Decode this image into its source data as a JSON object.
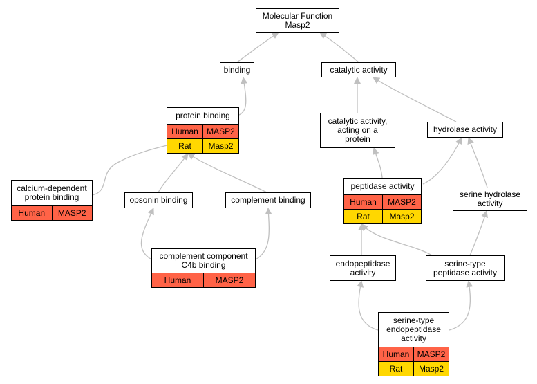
{
  "colors": {
    "human": "#ff6347",
    "rat": "#ffd700",
    "edge": "#c0c0c0"
  },
  "nodes": {
    "root": {
      "title": "Molecular Function\nMasp2"
    },
    "binding": {
      "title": "binding"
    },
    "catalytic": {
      "title": "catalytic activity"
    },
    "protein_binding": {
      "title": "protein binding",
      "rows": [
        {
          "species": "Human",
          "gene": "MASP2"
        },
        {
          "species": "Rat",
          "gene": "Masp2"
        }
      ]
    },
    "catalytic_protein": {
      "title": "catalytic activity,\nacting on a\nprotein"
    },
    "hydrolase": {
      "title": "hydrolase activity"
    },
    "calcium": {
      "title": "calcium-dependent\nprotein binding",
      "rows": [
        {
          "species": "Human",
          "gene": "MASP2"
        }
      ]
    },
    "opsonin": {
      "title": "opsonin binding"
    },
    "complement": {
      "title": "complement binding"
    },
    "peptidase": {
      "title": "peptidase activity",
      "rows": [
        {
          "species": "Human",
          "gene": "MASP2"
        },
        {
          "species": "Rat",
          "gene": "Masp2"
        }
      ]
    },
    "serine_hydrolase": {
      "title": "serine hydrolase\nactivity"
    },
    "c4b": {
      "title": "complement component\nC4b binding",
      "rows": [
        {
          "species": "Human",
          "gene": "MASP2"
        }
      ]
    },
    "endopeptidase": {
      "title": "endopeptidase\nactivity"
    },
    "serine_peptidase": {
      "title": "serine-type\npeptidase activity"
    },
    "serine_endo": {
      "title": "serine-type\nendopeptidase\nactivity",
      "rows": [
        {
          "species": "Human",
          "gene": "MASP2"
        },
        {
          "species": "Rat",
          "gene": "Masp2"
        }
      ]
    }
  },
  "edges": [
    [
      "binding",
      "root"
    ],
    [
      "catalytic",
      "root"
    ],
    [
      "protein_binding",
      "binding"
    ],
    [
      "catalytic_protein",
      "catalytic"
    ],
    [
      "hydrolase",
      "catalytic"
    ],
    [
      "calcium",
      "protein_binding"
    ],
    [
      "opsonin",
      "protein_binding"
    ],
    [
      "complement",
      "protein_binding"
    ],
    [
      "peptidase",
      "catalytic_protein"
    ],
    [
      "peptidase",
      "hydrolase"
    ],
    [
      "serine_hydrolase",
      "hydrolase"
    ],
    [
      "c4b",
      "opsonin"
    ],
    [
      "c4b",
      "complement"
    ],
    [
      "endopeptidase",
      "peptidase"
    ],
    [
      "serine_peptidase",
      "peptidase"
    ],
    [
      "serine_peptidase",
      "serine_hydrolase"
    ],
    [
      "serine_endo",
      "endopeptidase"
    ],
    [
      "serine_endo",
      "serine_peptidase"
    ]
  ]
}
